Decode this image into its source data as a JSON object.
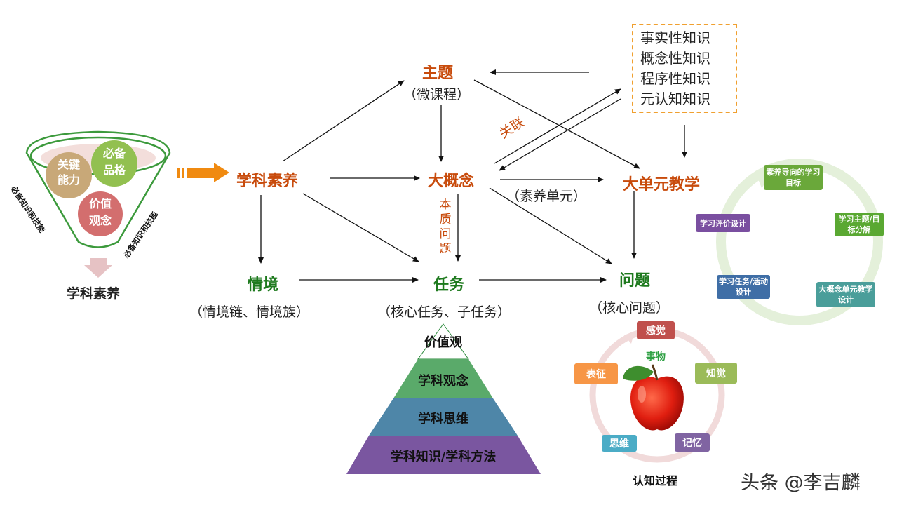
{
  "nodes": {
    "topic": "主题",
    "topic_sub": "（微课程）",
    "competency": "学科素养",
    "big_concept": "大概念",
    "big_unit": "大单元教学",
    "situation": "情境",
    "situation_sub": "（情境链、情境族）",
    "task": "任务",
    "task_sub": "（核心任务、子任务）",
    "question": "问题",
    "question_sub": "（核心问题）",
    "unit_sub": "（素养单元）"
  },
  "edge_labels": {
    "association": "关联",
    "essential_question": [
      "本",
      "质",
      "问",
      "题"
    ]
  },
  "knowledge_types": [
    "事实性知识",
    "概念性知识",
    "程序性知识",
    "元认知知识"
  ],
  "funnel": {
    "circle1": [
      "关键",
      "能力"
    ],
    "circle2": [
      "必备",
      "品格"
    ],
    "circle3": [
      "价值",
      "观念"
    ],
    "side_left": "必备知识和技能",
    "side_right": "必备知识和技能",
    "caption": "学科素养"
  },
  "cycle": {
    "steps": [
      "素养导向的学习目标",
      "学习主题/目标分解",
      "大概念单元教学设计",
      "学习任务/活动设计",
      "学习评价设计"
    ],
    "colors": [
      "#6aa83a",
      "#5aa832",
      "#4a9e9a",
      "#3f6ea6",
      "#7a4fa0"
    ]
  },
  "pyramid": {
    "levels": [
      "价值观",
      "学科观念",
      "学科思维",
      "学科知识/学科方法"
    ],
    "colors": [
      "#ffffff",
      "#5aaa6a",
      "#4e86a8",
      "#7a56a0"
    ]
  },
  "cognition": {
    "center": "事物",
    "steps": [
      "感觉",
      "知觉",
      "记忆",
      "思维",
      "表征"
    ],
    "colors": [
      "#c0504d",
      "#9bbb59",
      "#8064a2",
      "#4bacc6",
      "#f79646"
    ],
    "caption": "认知过程"
  },
  "watermark": "头条 @李吉麟"
}
